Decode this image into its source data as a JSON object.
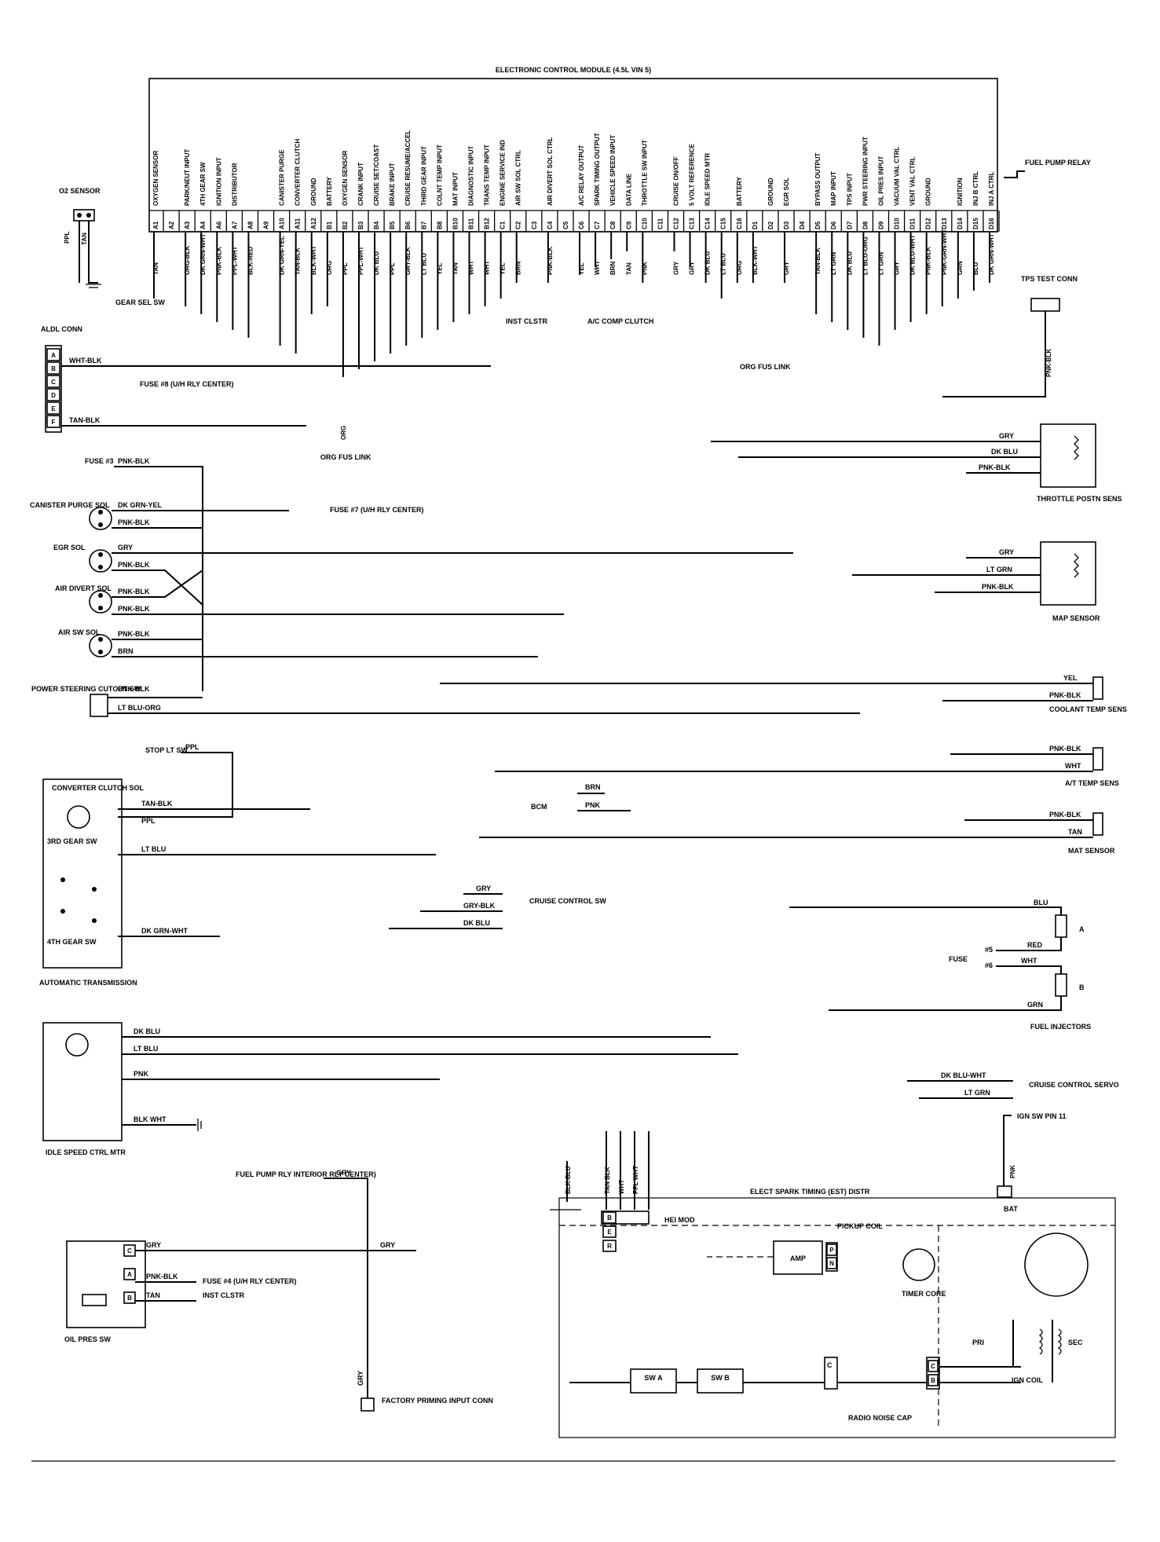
{
  "ecm": {
    "title": "ELECTRONIC CONTROL MODULE (4.5L VIN 5)",
    "pins": [
      {
        "func": "OXYGEN SENSOR",
        "pin": "A1",
        "wire": "TAN"
      },
      {
        "func": "",
        "pin": "A2",
        "wire": ""
      },
      {
        "func": "PARK/NEUT INPUT",
        "pin": "A3",
        "wire": "ORG-BLK"
      },
      {
        "func": "4TH GEAR SW",
        "pin": "A4",
        "wire": "DK GRN-WHT"
      },
      {
        "func": "IGNITION INPUT",
        "pin": "A6",
        "wire": "PNK-BLK"
      },
      {
        "func": "DISTRIBUTOR",
        "pin": "A7",
        "wire": "PPL-WHT"
      },
      {
        "func": "",
        "pin": "A8",
        "wire": "BLK-RED"
      },
      {
        "func": "",
        "pin": "A9",
        "wire": ""
      },
      {
        "func": "CANISTER PURGE",
        "pin": "A10",
        "wire": "DK GRN-YEL"
      },
      {
        "func": "CONVERTER CLUTCH",
        "pin": "A11",
        "wire": "TAN-BLK"
      },
      {
        "func": "GROUND",
        "pin": "A12",
        "wire": "BLK-WHT"
      },
      {
        "func": "BATTERY",
        "pin": "B1",
        "wire": "ORG"
      },
      {
        "func": "OXYGEN SENSOR",
        "pin": "B2",
        "wire": "PPL"
      },
      {
        "func": "CRANK INPUT",
        "pin": "B3",
        "wire": "PPL-WHT"
      },
      {
        "func": "CRUISE SET/COAST",
        "pin": "B4",
        "wire": "DK BLU"
      },
      {
        "func": "BRAKE INPUT",
        "pin": "B5",
        "wire": "PPL"
      },
      {
        "func": "CRUISE RESUME/ACCEL",
        "pin": "B6",
        "wire": "GRY-BLK"
      },
      {
        "func": "THIRD GEAR INPUT",
        "pin": "B7",
        "wire": "LT BLU"
      },
      {
        "func": "COLNT TEMP INPUT",
        "pin": "B8",
        "wire": "YEL"
      },
      {
        "func": "MAT INPUT",
        "pin": "B10",
        "wire": "TAN"
      },
      {
        "func": "DIAGNOSTIC INPUT",
        "pin": "B11",
        "wire": "WHT"
      },
      {
        "func": "TRANS TEMP INPUT",
        "pin": "B12",
        "wire": "WHT"
      },
      {
        "func": "ENGINE SERVICE IND",
        "pin": "C1",
        "wire": "YEL"
      },
      {
        "func": "AIR SW SOL CTRL",
        "pin": "C2",
        "wire": "BRN"
      },
      {
        "func": "",
        "pin": "C3",
        "wire": ""
      },
      {
        "func": "AIR DIVERT SOL CTRL",
        "pin": "C4",
        "wire": "PNK-BLK"
      },
      {
        "func": "",
        "pin": "C5",
        "wire": ""
      },
      {
        "func": "A/C RELAY OUTPUT",
        "pin": "C6",
        "wire": "YEL"
      },
      {
        "func": "SPARK TIMING OUTPUT",
        "pin": "C7",
        "wire": "WHT"
      },
      {
        "func": "VEHICLE SPEED INPUT",
        "pin": "C8",
        "wire": "BRN"
      },
      {
        "func": "DATA LINE",
        "pin": "C9",
        "wire": "TAN"
      },
      {
        "func": "THROTTLE SW INPUT",
        "pin": "C10",
        "wire": "PNK"
      },
      {
        "func": "",
        "pin": "C11",
        "wire": ""
      },
      {
        "func": "CRUISE ON/OFF",
        "pin": "C12",
        "wire": "GRY"
      },
      {
        "func": "5 VOLT REFERENCE",
        "pin": "C13",
        "wire": "GRY"
      },
      {
        "func": "IDLE SPEED MTR",
        "pin": "C14",
        "wire": "DK BLU"
      },
      {
        "func": "",
        "pin": "C15",
        "wire": "LT BLU"
      },
      {
        "func": "BATTERY",
        "pin": "C16",
        "wire": "ORG"
      },
      {
        "func": "",
        "pin": "D1",
        "wire": "BLK-WHT"
      },
      {
        "func": "GROUND",
        "pin": "D2",
        "wire": ""
      },
      {
        "func": "EGR SOL",
        "pin": "D3",
        "wire": "GRY"
      },
      {
        "func": "",
        "pin": "D4",
        "wire": ""
      },
      {
        "func": "BYPASS OUTPUT",
        "pin": "D5",
        "wire": "TAN-BLK"
      },
      {
        "func": "MAP INPUT",
        "pin": "D6",
        "wire": "LT GRN"
      },
      {
        "func": "TPS INPUT",
        "pin": "D7",
        "wire": "DK BLU"
      },
      {
        "func": "PWR STEERING INPUT",
        "pin": "D8",
        "wire": "LT BLU-ORG"
      },
      {
        "func": "OIL PRES INPUT",
        "pin": "D9",
        "wire": "LT GRN"
      },
      {
        "func": "VACUUM VAL CTRL",
        "pin": "D10",
        "wire": "GRY"
      },
      {
        "func": "VENT VAL CTRL",
        "pin": "D11",
        "wire": "DK BLU-WHT"
      },
      {
        "func": "GROUND",
        "pin": "D12",
        "wire": "PNK-BLK"
      },
      {
        "func": "",
        "pin": "D13",
        "wire": "PNK-GRN-WHT"
      },
      {
        "func": "IGNITION",
        "pin": "D14",
        "wire": "GRN"
      },
      {
        "func": "INJ B CTRL",
        "pin": "D15",
        "wire": "BLU"
      },
      {
        "func": "INJ A CTRL",
        "pin": "D16",
        "wire": "DK GRN-WHT"
      }
    ]
  },
  "labels": {
    "o2_sensor": "O2 SENSOR",
    "o2_wire_ppl": "PPL",
    "o2_wire_tan": "TAN",
    "gear_sel_sw": "GEAR SEL SW",
    "aldl_conn": "ALDL CONN",
    "aldl_pins": [
      "A",
      "B",
      "C",
      "D",
      "E",
      "F"
    ],
    "aldl_wire_1": "WHT-BLK",
    "aldl_wire_2": "TAN-BLK",
    "fuse8": "FUSE #8 (U/H RLY CENTER)",
    "org_fus_link": "ORG FUS LINK",
    "org_wire": "ORG",
    "inst_clstr": "INST CLSTR",
    "ac_comp_clutch": "A/C COMP CLUTCH",
    "org_fus_link_2": "ORG FUS LINK",
    "fuel_pump_relay": "FUEL PUMP RELAY",
    "tps_test_conn": "TPS TEST CONN",
    "tps_wire": "PNK-BLK",
    "fuse3": "FUSE #3",
    "fuse3_wire": "PNK-BLK",
    "canister_purge_sol": "CANISTER PURGE SOL",
    "canister_wire_1": "DK GRN-YEL",
    "canister_wire_2": "PNK-BLK",
    "fuse7": "FUSE #7 (U/H RLY CENTER)",
    "egr_sol": "EGR SOL",
    "egr_wire_1": "GRY",
    "egr_wire_2": "PNK-BLK",
    "air_divert_sol": "AIR DIVERT SOL",
    "air_divert_wire_1": "PNK-BLK",
    "air_divert_wire_2": "PNK-BLK",
    "air_sw_sol": "AIR SW SOL",
    "air_sw_wire_1": "PNK-BLK",
    "air_sw_wire_2": "BRN",
    "ps_cutout_sw": "POWER STEERING CUTOUT SW",
    "ps_wire_1": "PNK-BLK",
    "ps_wire_2": "LT BLU-ORG",
    "stop_lt_sw": "STOP LT SW",
    "stop_wire": "PPL",
    "conv_clutch_sol": "CONVERTER CLUTCH SOL",
    "conv_wire_1": "TAN-BLK",
    "conv_wire_2": "PPL",
    "gear3_sw": "3RD GEAR SW",
    "gear3_wire": "LT BLU",
    "gear4_sw": "4TH GEAR SW",
    "gear4_wire": "DK GRN-WHT",
    "auto_trans": "AUTOMATIC TRANSMISSION",
    "bcm": "BCM",
    "bcm_wire_1": "BRN",
    "bcm_wire_2": "PNK",
    "cruise_sw_wire_1": "GRY",
    "cruise_sw_wire_2": "GRY-BLK",
    "cruise_sw_wire_3": "DK BLU",
    "cruise_control_sw": "CRUISE CONTROL SW",
    "tps_wire_gry": "GRY",
    "tps_wire_dkblu": "DK BLU",
    "tps_wire_pnkblk": "PNK-BLK",
    "throttle_postn_sens": "THROTTLE POSTN SENS",
    "map_wire_gry": "GRY",
    "map_wire_ltgrn": "LT GRN",
    "map_wire_pnkblk": "PNK-BLK",
    "map_sensor": "MAP SENSOR",
    "coolant_wire_1": "YEL",
    "coolant_wire_2": "PNK-BLK",
    "coolant_temp_sens": "COOLANT TEMP SENS",
    "at_wire_1": "PNK-BLK",
    "at_wire_2": "WHT",
    "at_temp_sens": "A/T TEMP SENS",
    "mat_wire_1": "PNK-BLK",
    "mat_wire_2": "TAN",
    "mat_sensor": "MAT SENSOR",
    "inj_wire_blu": "BLU",
    "inj_wire_red": "RED",
    "inj_wire_wht": "WHT",
    "inj_wire_grn": "GRN",
    "fuse_inj": "FUSE",
    "fuse5": "#5",
    "fuse6": "#6",
    "inj_a": "A",
    "inj_b": "B",
    "fuel_injectors": "FUEL INJECTORS",
    "isc_wire_1": "DK BLU",
    "isc_wire_2": "LT BLU",
    "isc_wire_3": "PNK",
    "isc_wire_4": "BLK WHT",
    "idle_speed_ctrl_mtr": "IDLE SPEED CTRL MTR",
    "cruise_servo_wire_1": "DK BLU-WHT",
    "cruise_servo_wire_2": "LT GRN",
    "cruise_control_servo": "CRUISE CONTROL SERVO",
    "fuel_pump_rly": "FUEL PUMP RLY INTERIOR RLY CENTER)",
    "fuel_pump_wire": "GRY",
    "oil_wire_gry": "GRY",
    "oil_wire_gry2": "GRY",
    "oil_wire_pnkblk": "PNK-BLK",
    "oil_wire_tan": "TAN",
    "oil_pins": [
      "C",
      "A",
      "B"
    ],
    "fuse4": "FUSE #4 (U/H RLY CENTER)",
    "inst_clstr_2": "INST CLSTR",
    "oil_pres_sw": "OIL PRES SW",
    "factory_priming": "FACTORY PRIMING INPUT CONN",
    "factory_wire": "GRY",
    "dist_wires": [
      "BLK-BLU",
      "TAN BLK",
      "WHT",
      "PPL WHT"
    ],
    "ign_sw_pin": "IGN SW PIN 11",
    "ign_wire": "PNK",
    "est_distr": "ELECT SPARK TIMING (EST) DISTR",
    "bat": "BAT",
    "hei_mod": "HEI MOD",
    "hei_pins": [
      "B",
      "E",
      "R"
    ],
    "pickup_coil": "PICKUP COIL",
    "amp": "AMP",
    "amp_pins": [
      "P",
      "N"
    ],
    "timer_core": "TIMER CORE",
    "sw_a": "SW A",
    "sw_b": "SW B",
    "c_pin": "C",
    "radio_noise_cap": "RADIO NOISE CAP",
    "pri": "PRI",
    "sec": "SEC",
    "ign_coil": "IGN COIL",
    "coil_pins": [
      "C",
      "B"
    ]
  }
}
